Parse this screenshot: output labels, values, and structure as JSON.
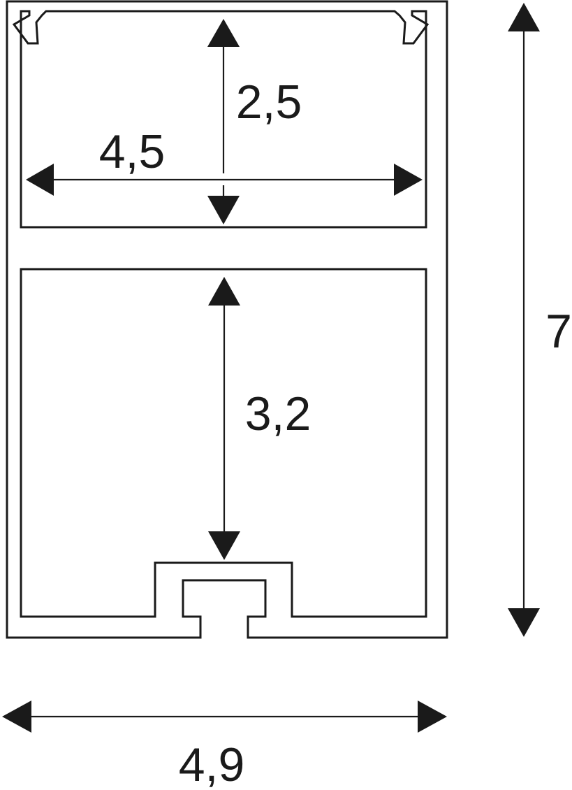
{
  "colors": {
    "stroke": "#1a1a1a",
    "background": "#ffffff"
  },
  "dimensions": {
    "upper_height": "2,5",
    "upper_width": "4,5",
    "lower_height": "3,2",
    "total_height": "7",
    "total_width": "4,9"
  }
}
